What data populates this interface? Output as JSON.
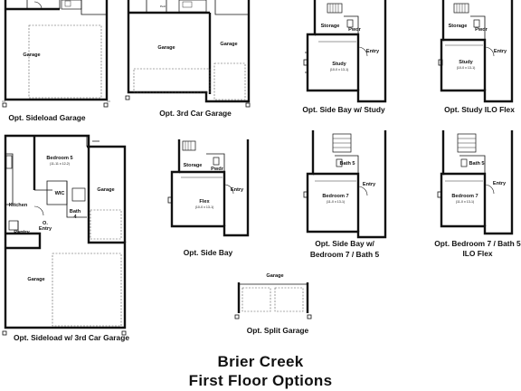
{
  "title": {
    "line1": "Brier Creek",
    "line2": "First Floor Options"
  },
  "options": {
    "sideload_garage": {
      "caption": "Opt. Sideload Garage",
      "rooms": {
        "garage": "Garage"
      }
    },
    "third_car_garage": {
      "caption": "Opt. 3rd Car Garage",
      "rooms": {
        "garage_left": "Garage",
        "garage_right": "Garage"
      }
    },
    "side_bay_study": {
      "caption": "Opt. Side Bay w/ Study",
      "rooms": {
        "storage": "Storage",
        "pwdr": "Pwdr",
        "study": "Study",
        "study_dim": "(10-0 x 13-1)",
        "entry": "Entry"
      }
    },
    "study_ilo_flex": {
      "caption": "Opt. Study ILO Flex",
      "rooms": {
        "storage": "Storage",
        "pwdr": "Pwdr",
        "study": "Study",
        "study_dim": "(10-0 x 13-1)",
        "entry": "Entry"
      }
    },
    "sideload_3rd_car": {
      "caption": "Opt. Sideload w/ 3rd Car Garage",
      "rooms": {
        "kitchen": "Kitchen",
        "bedroom": "Bedroom 5",
        "bedroom_dim": "(11-11 x 12-2)",
        "wic": "WIC",
        "bath": "Bath",
        "bath_num": "4",
        "pantry": "Pantry",
        "entry_o": "O.",
        "entry": "Entry",
        "garage_right": "Garage",
        "garage_bottom": "Garage"
      }
    },
    "side_bay": {
      "caption": "Opt. Side Bay",
      "rooms": {
        "storage": "Storage",
        "pwdr": "Pwdr",
        "flex": "Flex",
        "flex_dim": "(10-0 x 13-1)",
        "entry": "Entry"
      }
    },
    "side_bay_bedroom7": {
      "caption_line1": "Opt. Side Bay w/",
      "caption_line2": "Bedroom 7 / Bath 5",
      "rooms": {
        "bath": "Bath 5",
        "bedroom": "Bedroom 7",
        "bedroom_dim": "(11-0 x 13-1)",
        "entry": "Entry"
      }
    },
    "bedroom7_ilo_flex": {
      "caption_line1": "Opt. Bedroom 7 / Bath 5",
      "caption_line2": "ILO Flex",
      "rooms": {
        "bath": "Bath 5",
        "bedroom": "Bedroom 7",
        "bedroom_dim": "(11-0 x 13-1)",
        "entry": "Entry"
      }
    },
    "split_garage": {
      "caption": "Opt. Split Garage",
      "rooms": {
        "garage": "Garage"
      }
    }
  },
  "icons": {
    "stair": "stair-icon",
    "door_swing": "door-swing-icon",
    "toilet": "toilet-icon",
    "window": "window-icon"
  }
}
